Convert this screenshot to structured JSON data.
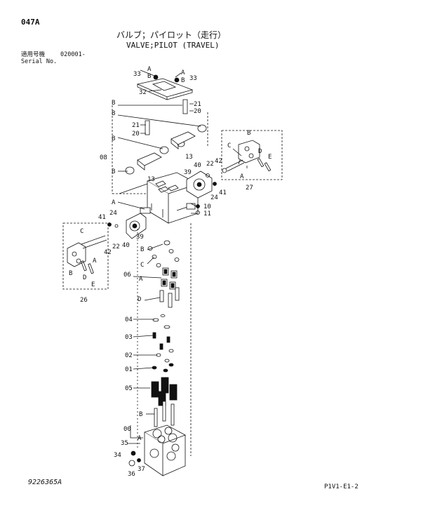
{
  "header": {
    "page_code": "047A",
    "title_jp": "バルブ；パイロット（走行）",
    "title_en": "VALVE;PILOT (TRAVEL)",
    "serial_jp": "適用号機",
    "serial_value": "020001-",
    "serial_en": "Serial No."
  },
  "footer": {
    "drawing_number": "9226365A",
    "page_ref": "P1V1-E1-2"
  },
  "callouts": {
    "c33": "33",
    "c32": "32",
    "c21": "21",
    "c20": "20",
    "c13": "13",
    "c08": "08",
    "c40": "40",
    "c39": "39",
    "c22": "22",
    "c42": "42",
    "c41": "41",
    "c24": "24",
    "c27": "27",
    "c10": "10",
    "c11": "11",
    "c26": "26",
    "c06": "06",
    "c04": "04",
    "c03": "03",
    "c02": "02",
    "c01": "01",
    "c05": "05",
    "c00": "00",
    "c35": "35",
    "c34": "34",
    "c36": "36",
    "c37": "37",
    "A": "A",
    "B": "B",
    "C": "C",
    "D": "D",
    "E": "E"
  }
}
